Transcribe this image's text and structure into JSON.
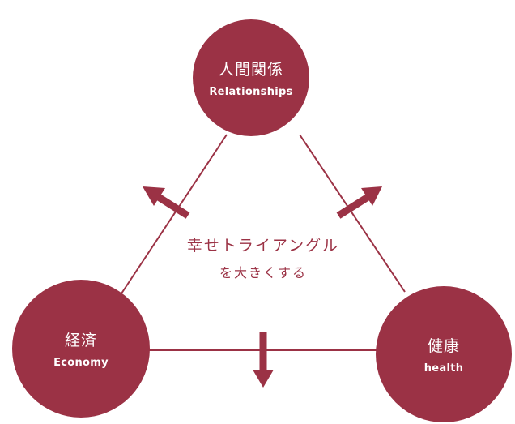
{
  "colors": {
    "accent": "#9b3245"
  },
  "nodes": {
    "relationships": {
      "jp": "人間関係",
      "en": "Relationships"
    },
    "economy": {
      "jp": "経済",
      "en": "Economy"
    },
    "health": {
      "jp": "健康",
      "en": "health"
    }
  },
  "center": {
    "line1": "幸せトライアングル",
    "line2": "を大きくする"
  }
}
